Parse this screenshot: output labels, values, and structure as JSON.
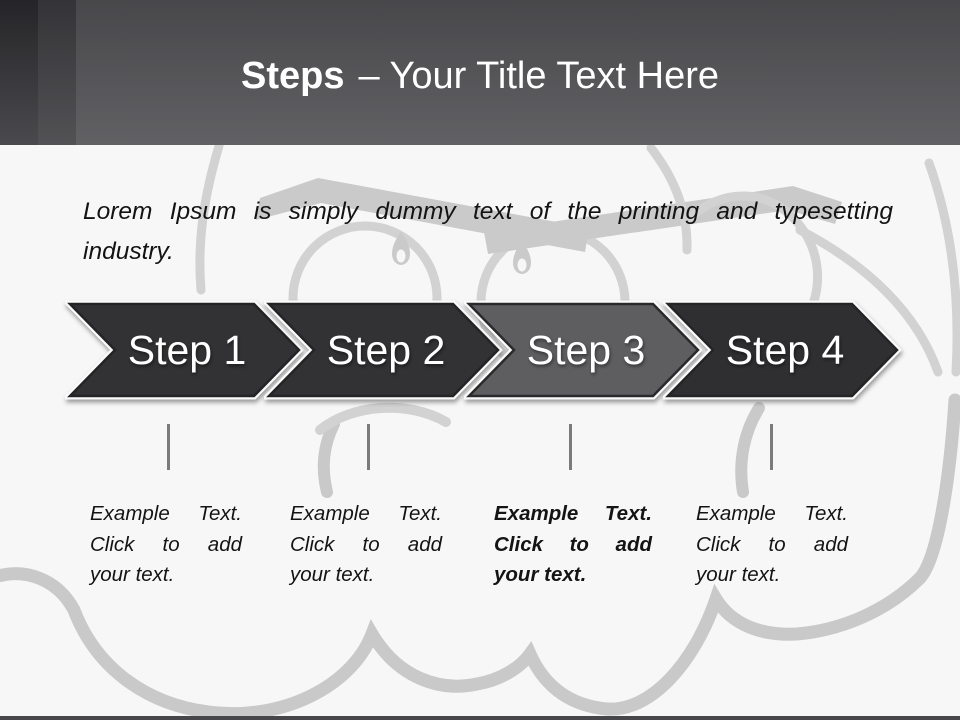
{
  "slide": {
    "background_color": "#f7f7f7",
    "header": {
      "title_bold": "Steps",
      "title_rest": "– Your Title Text Here",
      "band_color_top": "#48484b",
      "band_color_bottom": "#616164"
    },
    "intro": {
      "line1": "Lorem Ipsum is simply dummy text of the printing and typesetting",
      "line2": "industry."
    },
    "steps": [
      {
        "label": "Step 1",
        "fill": "#323234",
        "caption_lines": [
          "Example Text.",
          "Click  to add",
          "your text."
        ],
        "emphasis": false
      },
      {
        "label": "Step 2",
        "fill": "#323234",
        "caption_lines": [
          "Example Text.",
          "Click  to add",
          "your text."
        ],
        "emphasis": false
      },
      {
        "label": "Step 3",
        "fill": "#5e5e61",
        "caption_lines": [
          "Example Text.",
          "Click  to add",
          "your text."
        ],
        "emphasis": true
      },
      {
        "label": "Step 4",
        "fill": "#2f2f31",
        "caption_lines": [
          "Example Text.",
          "Click  to add",
          "your text."
        ],
        "emphasis": false
      }
    ],
    "watermark": {
      "description": "angry-cloud-cartoon",
      "color": "#d2d2d2"
    },
    "footer_bar_color": "#47474a"
  }
}
